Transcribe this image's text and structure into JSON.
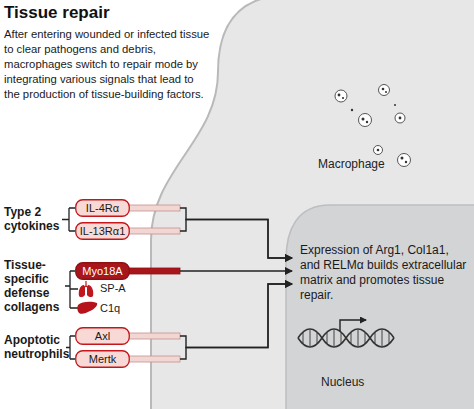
{
  "diagram": {
    "title": "Tissue repair",
    "nodes": [
      {
        "text": [
          "Macrophage"
        ]
      },
      {
        "text": [
          "Nucleus"
        ],
        "in": 0
      },
      {
        "text": [
          "Expression of Arg1, Col1a1, and RELMα builds extracellular matrix and promotes tissue repair."
        ],
        "in": 1
      },
      {
        "text": [
          "IL-4Rα"
        ]
      },
      {
        "text": [
          "IL-13Rα1"
        ]
      },
      {
        "text": [
          "Myo18A"
        ]
      },
      {
        "text": [
          "Axl"
        ]
      },
      {
        "text": [
          "Mertk"
        ]
      }
    ],
    "edges": [
      {
        "from": 3,
        "to": 2,
        "arrow": "to"
      },
      {
        "from": 4,
        "to": 2,
        "arrow": "to"
      },
      {
        "from": 5,
        "to": 2,
        "arrow": "to"
      },
      {
        "from": 6,
        "to": 2,
        "arrow": "to"
      },
      {
        "from": 7,
        "to": 2,
        "arrow": "to"
      }
    ],
    "labels": [
      "After entering wounded or infected tissue to clear pathogens and debris, macrophages switch to repair mode by integrating various signals that lead to the production of tissue-building factors.",
      "Type 2 cytokines",
      "Tissue-specific defense collagens",
      "SP-A",
      "C1q",
      "Apoptotic neutrophils"
    ]
  }
}
